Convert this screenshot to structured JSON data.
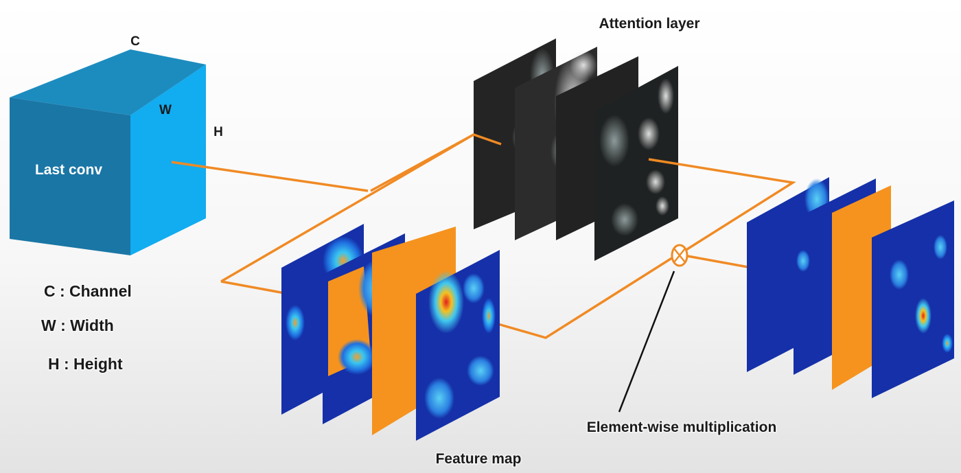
{
  "titles": {
    "attention_layer": "Attention layer",
    "feature_map": "Feature map",
    "element_wise": "Element-wise multiplication"
  },
  "cube": {
    "face_label": "Last conv",
    "dim_c": "C",
    "dim_w": "W",
    "dim_h": "H"
  },
  "legend": [
    {
      "text": "C : Channel"
    },
    {
      "text": "W : Width"
    },
    {
      "text": "H : Height"
    }
  ],
  "operator_symbol": "⊗",
  "colors": {
    "cube_front": "#1a76a5",
    "cube_side": "#12acf0",
    "cube_top": "#1c8cbf",
    "connector": "#f08a24",
    "feature_blue": "#1530a8",
    "feature_orange": "#f5931e",
    "attention_dark": "#242424"
  },
  "icons": {
    "operator": "element-wise-multiplication-icon"
  }
}
